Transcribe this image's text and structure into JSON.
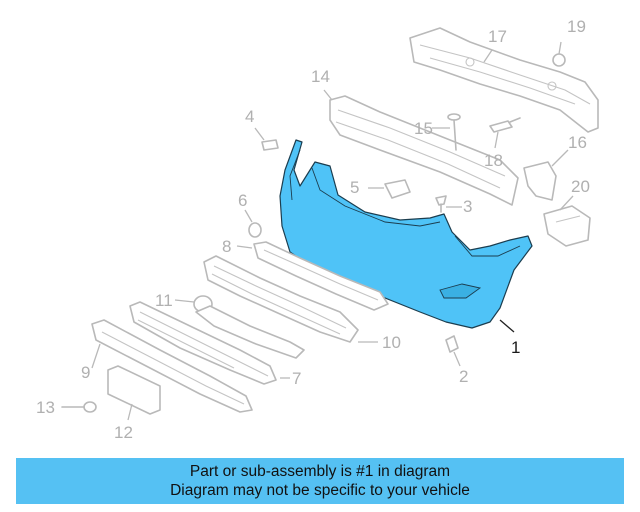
{
  "diagram": {
    "highlight_color": "#4fc3f7",
    "callouts": {
      "c1": "1",
      "c2": "2",
      "c3": "3",
      "c4": "4",
      "c5": "5",
      "c6": "6",
      "c7": "7",
      "c8": "8",
      "c9": "9",
      "c10": "10",
      "c11": "11",
      "c12": "12",
      "c13": "13",
      "c14": "14",
      "c15": "15",
      "c16": "16",
      "c17": "17",
      "c18": "18",
      "c19": "19",
      "c20": "20"
    }
  },
  "banner": {
    "line1": "Part or sub-assembly is #1 in diagram",
    "line2": "Diagram may not be specific to your vehicle",
    "color": "#55c1f3"
  }
}
